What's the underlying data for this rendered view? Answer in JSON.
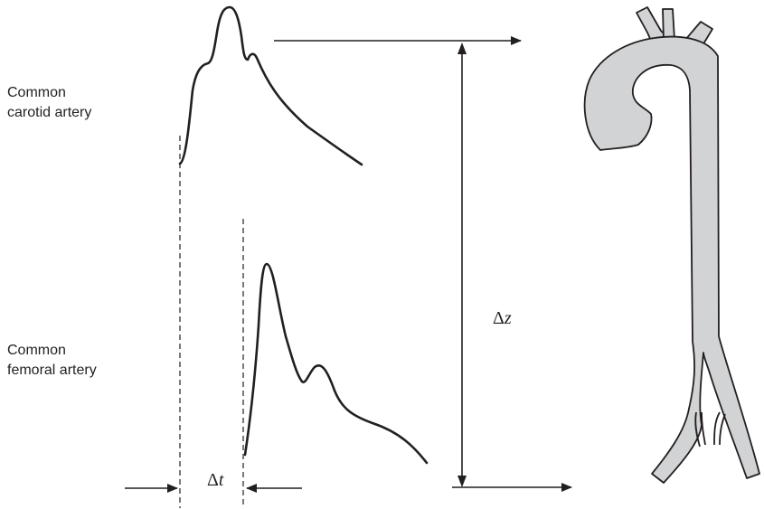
{
  "labels": {
    "carotid_line1": "Common",
    "carotid_line2": "carotid artery",
    "femoral_line1": "Common",
    "femoral_line2": "femoral artery"
  },
  "symbols": {
    "delta": "Δ",
    "time_var": "t",
    "distance_var": "z"
  },
  "colors": {
    "stroke": "#231f20",
    "vessel_fill": "#d1d3d4"
  }
}
